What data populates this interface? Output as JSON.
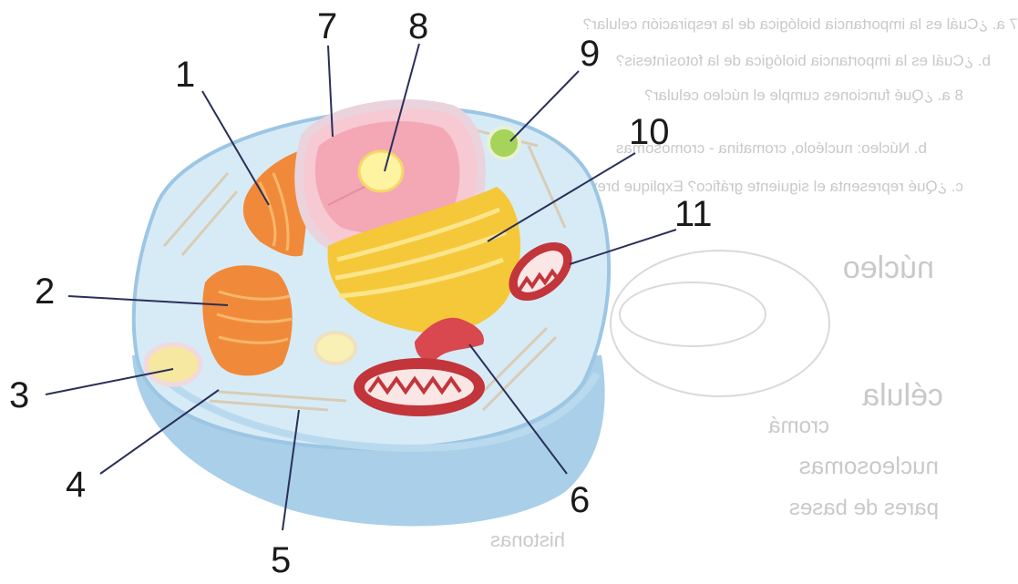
{
  "labels": [
    "1",
    "2",
    "3",
    "4",
    "5",
    "6",
    "7",
    "8",
    "9",
    "10",
    "11"
  ],
  "bleed_through": {
    "lines": [
      "7 a. ¿Cuál es la importancia biológica de la respiración celular?",
      "b. ¿Cuál es la importancia biológica de la fotosíntesis?",
      "8 a. ¿Qué funciones cumple el núcleo celular?",
      "b. Núcleo: nucléolo, cromatina - cromosomas",
      "c. ¿Qué representa el siguiente gráfico? Explique brevemente"
    ],
    "words": [
      "núcleo",
      "célula",
      "cromá",
      "nucleosomas",
      "pares de bases",
      "histonas"
    ]
  },
  "colors": {
    "cytoplasm": "#cfe6f5",
    "membrane": "#a9cfe9",
    "nucleus": "#f4a7b5",
    "nucleolus": "#fdf3a0",
    "golgi": "#f5c83a",
    "rough_er": "#f08a3a",
    "mitochondria": "#c2353b",
    "centrosome": "#d9474f",
    "vacuole": "#a6d35a"
  }
}
